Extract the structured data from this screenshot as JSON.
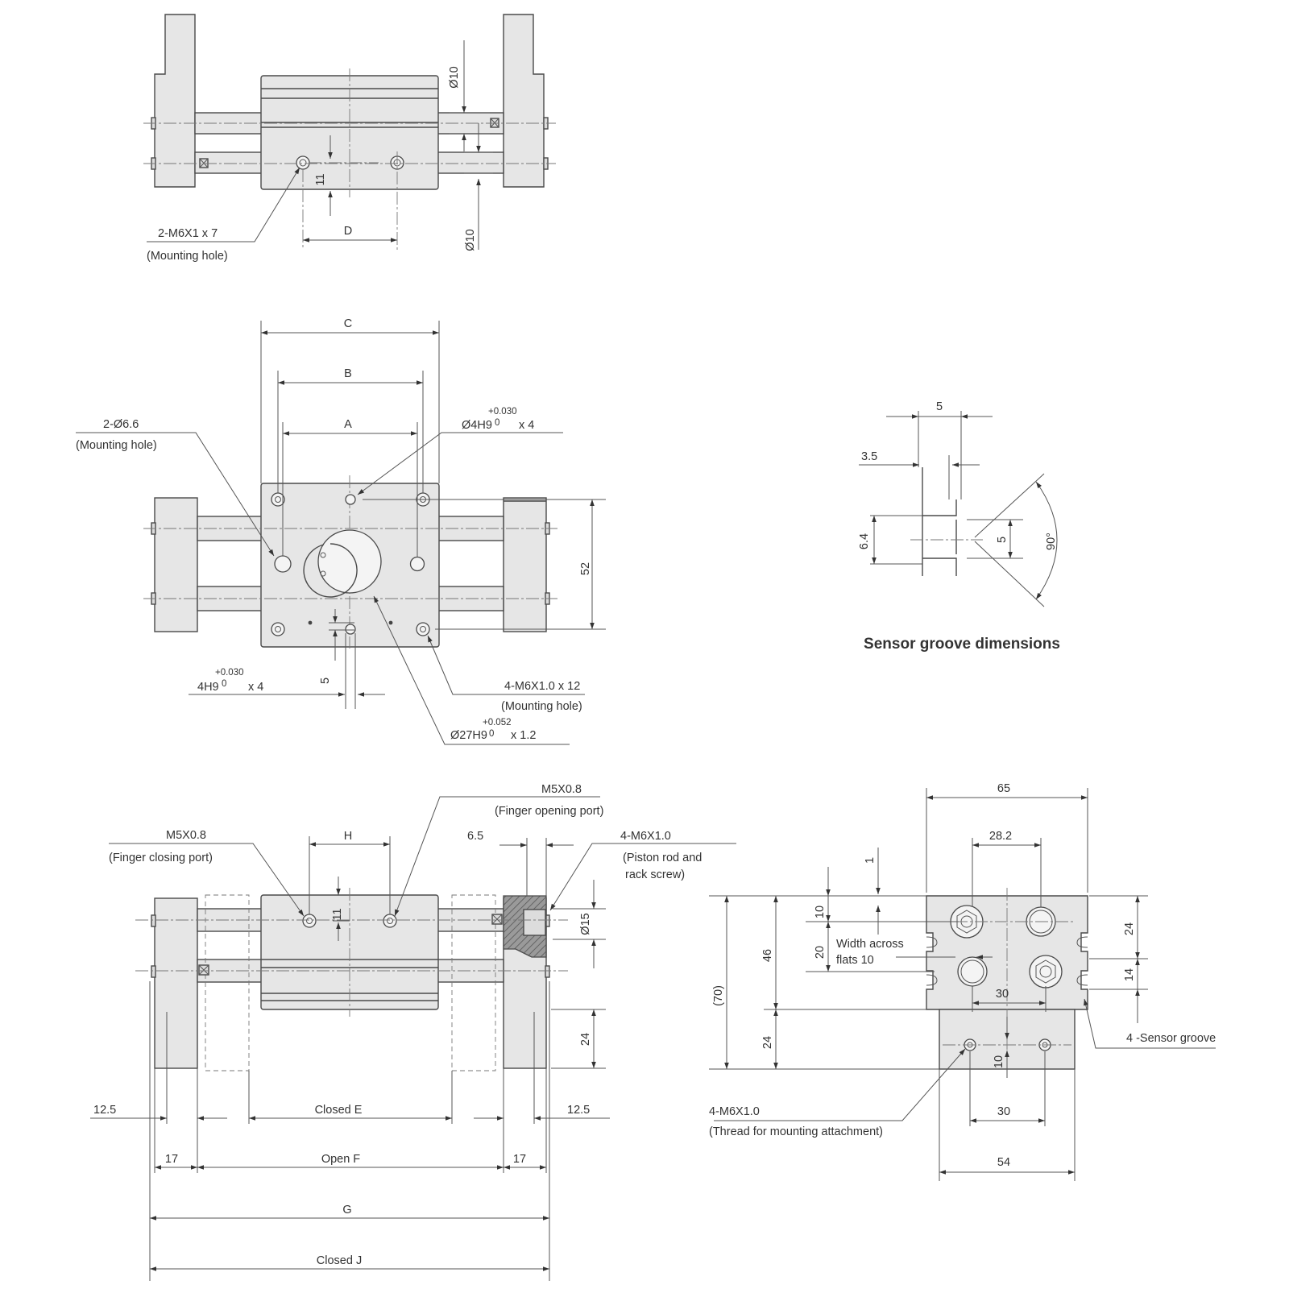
{
  "labels": {
    "dia10_top": "Ø10",
    "dia10_bot": "Ø10",
    "dim11_top": "11",
    "dim_d": "D",
    "m6x1x7": "2-M6X1 x 7",
    "mounting_hole_1": "(Mounting hole)",
    "dim_c": "C",
    "dim_b": "B",
    "dim_a": "A",
    "dia66": "2-Ø6.6",
    "mounting_hole_2": "(Mounting hole)",
    "dia4h9": "Ø4H9",
    "tol_030_a_up": "+0.030",
    "tol_030_a_lo": "0",
    "x4_a": "x 4",
    "dim52": "52",
    "h4h9": "4H9",
    "tol_030_b_up": "+0.030",
    "tol_030_b_lo": "0",
    "x4_b": "x 4",
    "dim5_front": "5",
    "m6x10x12": "4-M6X1.0 x 12",
    "mounting_hole_3": "(Mounting hole)",
    "dia27": "Ø27H9",
    "tol_052_up": "+0.052",
    "tol_052_lo": "0",
    "x12": "x 1.2",
    "sg_5_top": "5",
    "sg_35": "3.5",
    "sg_64": "6.4",
    "sg_5_mid": "5",
    "sg_90": "90°",
    "sensor_title": "Sensor groove dimensions",
    "m5_open": "M5X0.8",
    "finger_open": "(Finger opening port)",
    "m5_close": "M5X0.8",
    "finger_close": "(Finger closing port)",
    "dim_h": "H",
    "dim65_side": "6.5",
    "m6x10": "4-M6X1.0",
    "piston1": "(Piston rod and",
    "piston2": "rack screw)",
    "dim11_side": "11",
    "dia15": "Ø15",
    "dim24_side": "24",
    "dim125_l": "12.5",
    "closed_e": "Closed E",
    "dim125_r": "12.5",
    "dim17_l": "17",
    "open_f": "Open F",
    "dim17_r": "17",
    "dim_g": "G",
    "closed_j": "Closed J",
    "dim65": "65",
    "dim282": "28.2",
    "dim1": "1",
    "dim10_a": "10",
    "width_af1": "Width across",
    "width_af2": "flats 10",
    "dim20": "20",
    "dim46": "46",
    "dim70": "(70)",
    "dim24_l": "24",
    "dim24_r": "24",
    "dim14": "14",
    "dim30_top": "30",
    "sensor_groove4": "4 -Sensor groove",
    "dim10_b": "10",
    "m6x10_b": "4-M6X1.0",
    "thread_attach": "(Thread for mounting attachment)",
    "dim30_bot": "30",
    "dim54": "54"
  }
}
